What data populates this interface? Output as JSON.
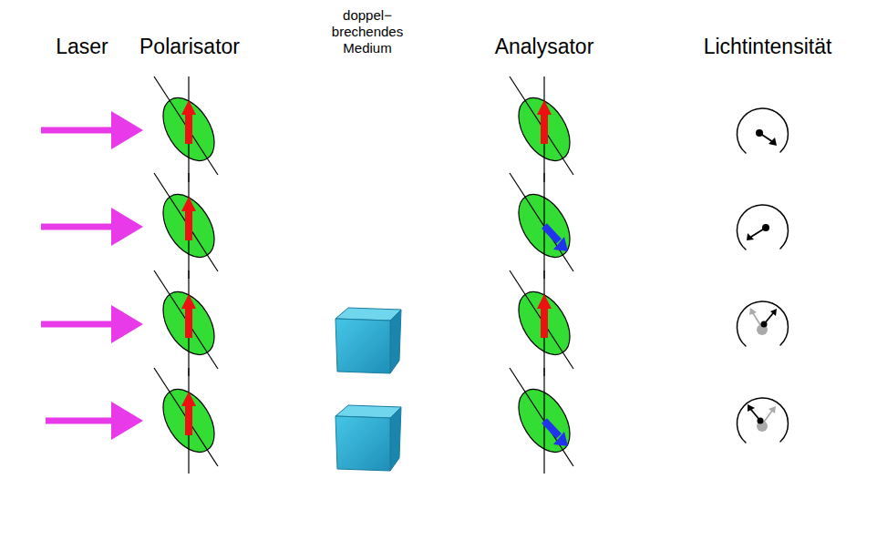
{
  "diagram": {
    "labels": [
      "Laser",
      "Polarisator",
      "doppel− brechendes Medium",
      "Analysator",
      "Lichtintensität"
    ]
  }
}
